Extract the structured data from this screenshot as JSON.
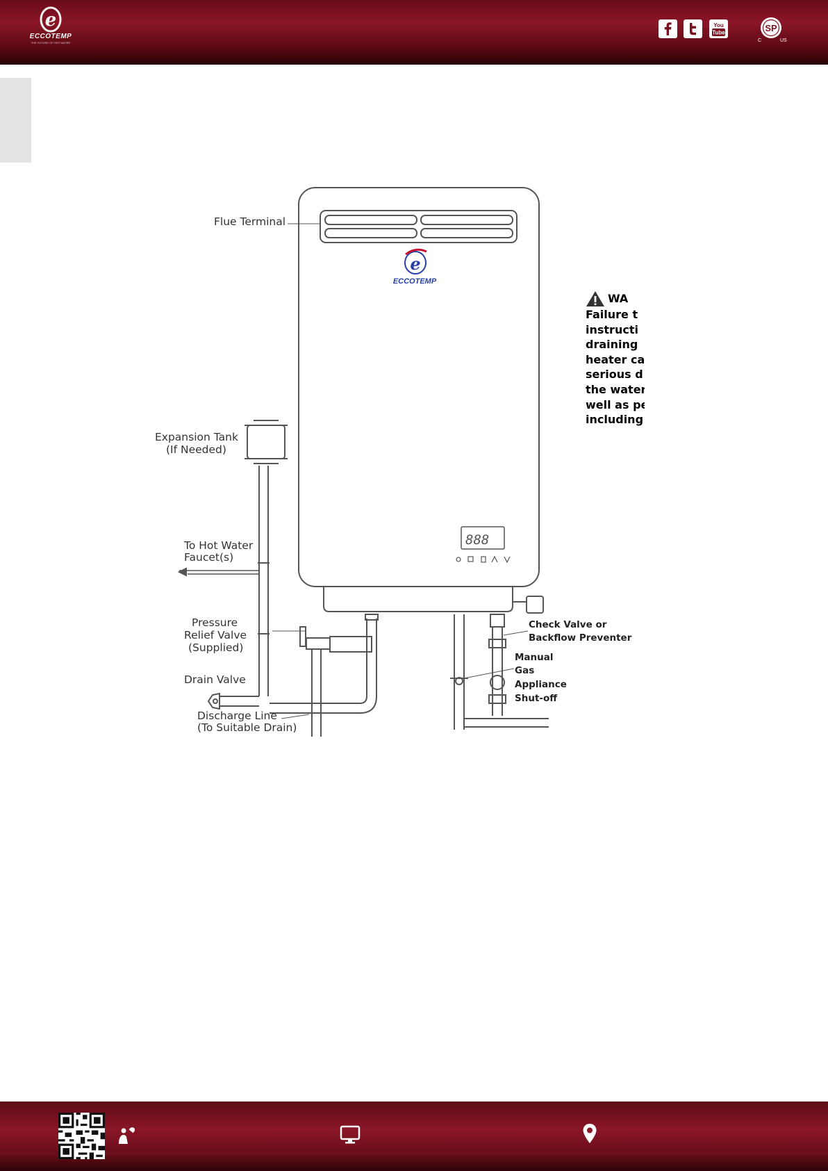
{
  "header": {
    "logo_text": "ECCOTEMP",
    "logo_tagline": "THE FUTURE OF HOT WATER",
    "social_icons": [
      "facebook-icon",
      "twitter-icon",
      "youtube-icon"
    ],
    "youtube_label_top": "You",
    "youtube_label_bottom": "Tube",
    "certification": {
      "mark": "SP",
      "left": "C",
      "right": "US"
    }
  },
  "diagram": {
    "brand_text": "ECCOTEMP",
    "display_digits": "888",
    "labels": {
      "flue_terminal": "Flue Terminal",
      "expansion_tank": "Expansion Tank",
      "expansion_tank_note": "(If Needed)",
      "hot_water_1": "To Hot Water",
      "hot_water_2": "Faucet(s)",
      "pressure_1": "Pressure",
      "pressure_2": "Relief Valve",
      "pressure_3": "(Supplied)",
      "drain_valve": "Drain Valve",
      "discharge_1": "Discharge Line",
      "discharge_2": "(To Suitable Drain)",
      "check_valve_1": "Check Valve or",
      "check_valve_2": "Backflow Preventer",
      "gas_1": "Manual",
      "gas_2": "Gas",
      "gas_3": "Appliance",
      "gas_4": "Shut-off"
    }
  },
  "warning": {
    "title": "WA",
    "lines": [
      "Failure t",
      "instructi",
      "draining",
      "heater ca",
      "serious d",
      "the water",
      "well as pe",
      "including"
    ]
  },
  "footer": {
    "icons": [
      "qr-code",
      "phone-person-icon",
      "monitor-icon",
      "location-pin-icon"
    ]
  },
  "colors": {
    "brand_red": "#8a1626",
    "header_dark": "#240205"
  }
}
